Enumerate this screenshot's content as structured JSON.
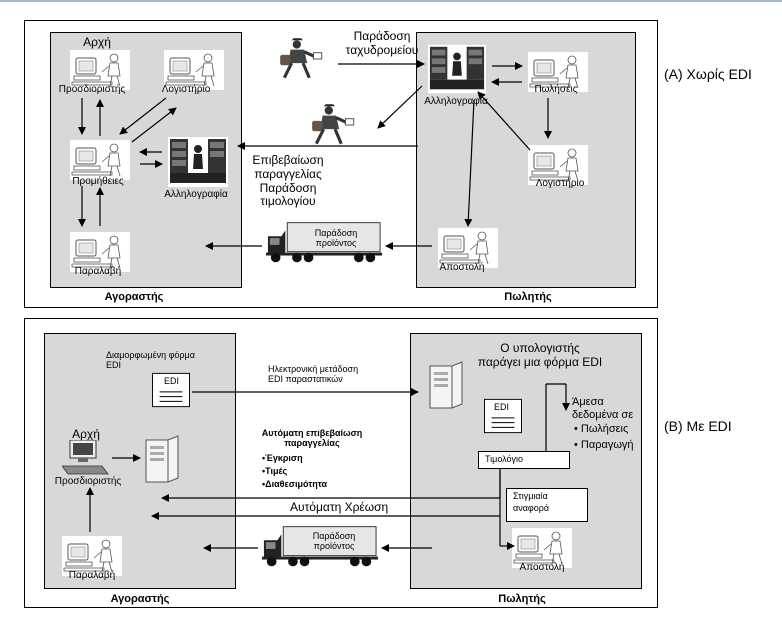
{
  "part_a": {
    "title": "(A) Χωρίς EDI",
    "buyer": {
      "caption": "Αγοραστής",
      "start": "Αρχή",
      "procurement_officer": "Προσδιοριστής",
      "accounting": "Λογιστήριο",
      "purchasing": "Προμήθειες",
      "mailroom": "Αλληλογραφία",
      "receiving": "Παραλαβή"
    },
    "seller": {
      "caption": "Πωλητής",
      "mailroom": "Αλληλογραφία",
      "sales": "Πωλήσεις",
      "accounting": "Λογιστήριο",
      "shipping": "Αποστολή"
    },
    "mail_delivery": "Παράδοση\nταχυδρομείου",
    "order_confirmation": "Επιβεβαίωση\nπαραγγελίας\nΠαράδοση\nτιμολογίου",
    "product_delivery": "Παράδοση\nπροϊόντος"
  },
  "part_b": {
    "title": "(B) Με EDI",
    "buyer": {
      "caption": "Αγοραστής",
      "formatted_form": "Διαμορφωμένη φόρμα\nEDI",
      "edi_doc": "EDI",
      "start": "Αρχή",
      "procurement_officer": "Προσδιοριστής",
      "receiving": "Παραλαβή"
    },
    "seller": {
      "caption": "Πωλητής",
      "computer_note": "Ο υπολογιστής\nπαράγει μια φόρμα EDI",
      "edi_doc": "EDI",
      "immediate_data": "Άμεσα\nδεδομένα σε",
      "immediate_items": [
        "• Πωλήσεις",
        "• Παραγωγή"
      ],
      "invoice": "Τιμολόγιο",
      "instant_report": "Στιγμιαία\nαναφορά",
      "shipping": "Αποστολή"
    },
    "electronic_transfer": "Ηλεκτρονική μετάδοση\nEDI παραστατικών",
    "auto_confirmation": "Αυτόματη επιβεβαίωση\nπαραγγελίας",
    "confirmation_items": [
      "•Έγκριση",
      "•Τιμές",
      "•Διαθεσιμότητα"
    ],
    "auto_charge": "Αυτόματη Χρέωση",
    "product_delivery": "Παράδοση\nπροϊόντος"
  },
  "colors": {
    "panel_fill": "#d8d8d8",
    "frame_border": "#000000",
    "accent_line": "#9fb6cf"
  }
}
